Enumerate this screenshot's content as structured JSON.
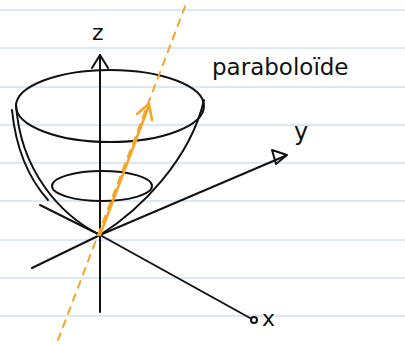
{
  "diagram": {
    "labels": [
      "z",
      "y",
      "x",
      "paraboloïde"
    ]
  }
}
